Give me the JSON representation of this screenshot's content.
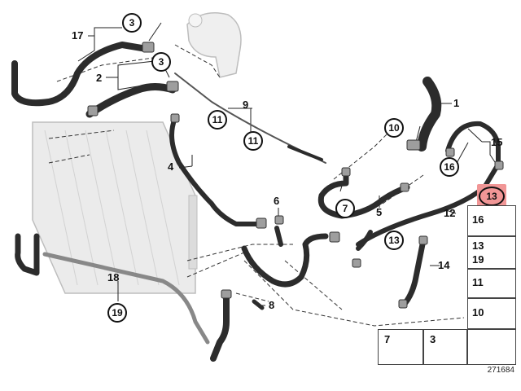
{
  "callouts": {
    "c1": "1",
    "c2": "2",
    "c3a": "3",
    "c3b": "3",
    "c4": "4",
    "c5": "5",
    "c6": "6",
    "c7": "7",
    "c8": "8",
    "c9": "9",
    "c10": "10",
    "c11a": "11",
    "c11b": "11",
    "c12": "12",
    "c13a": "13",
    "c13b": "13",
    "c14": "14",
    "c15": "15",
    "c16": "16",
    "c17": "17",
    "c18": "18",
    "c19": "19"
  },
  "legend": {
    "r1": "16",
    "r2a": "13",
    "r2b": "19",
    "r3": "11",
    "r4": "10",
    "b1": "7",
    "b2": "3"
  },
  "reference_number": "271684",
  "colors": {
    "hose": "#2c2c2c",
    "radiator_fill": "#e8e8e8",
    "line": "#333333",
    "highlight": "#f19696"
  }
}
